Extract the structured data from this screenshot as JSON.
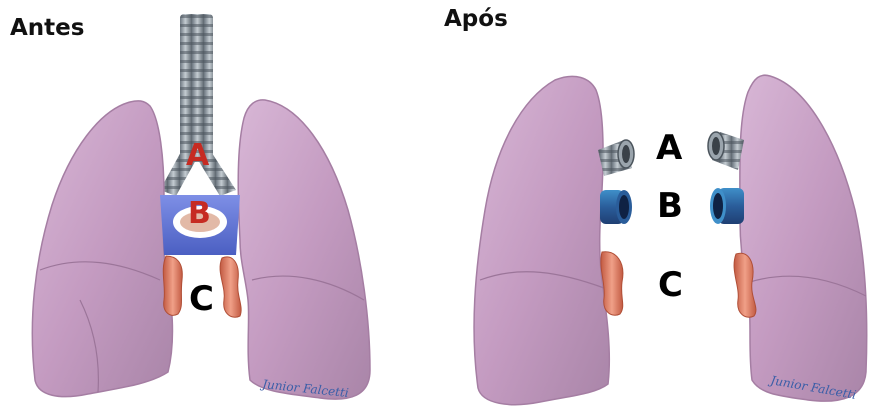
{
  "panels": {
    "before": {
      "title": "Antes",
      "labels": {
        "a": "A",
        "b": "B",
        "c": "C"
      },
      "signature": "Junior Falcetti"
    },
    "after": {
      "title": "Após",
      "labels": {
        "a": "A",
        "b": "B",
        "c": "C"
      },
      "signature": "Junior Falcetti"
    }
  },
  "colors": {
    "lung": "#c7a0c4",
    "lung_edge": "#a57ea3",
    "bronchus": "#8e9aa3",
    "vein_blue": "#5a6fd0",
    "artery_red": "#d9745a",
    "label_red": "#c62b22"
  }
}
